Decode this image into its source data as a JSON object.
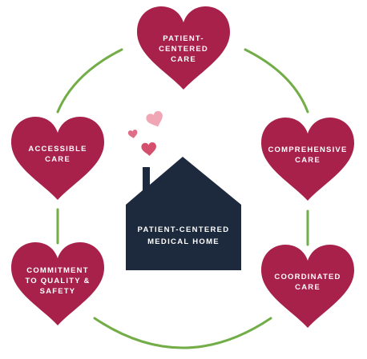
{
  "colors": {
    "heart": "#a8214a",
    "connector": "#72ad47",
    "house": "#1d2a3e",
    "smoke_light": "#f0a6b5",
    "smoke_mid": "#df6f88",
    "smoke_dark": "#d34f6c",
    "label_text": "#ffffff"
  },
  "center": {
    "icon": "house-icon",
    "label_line1": "PATIENT-CENTERED",
    "label_line2": "MEDICAL HOME"
  },
  "hearts": [
    {
      "id": "patient-centered-care",
      "lines": [
        "PATIENT-",
        "CENTERED",
        "CARE"
      ]
    },
    {
      "id": "comprehensive-care",
      "lines": [
        "COMPREHENSIVE",
        "CARE"
      ]
    },
    {
      "id": "coordinated-care",
      "lines": [
        "COORDINATED",
        "CARE"
      ]
    },
    {
      "id": "commitment-to-quality-safety",
      "lines": [
        "COMMITMENT",
        "TO QUALITY &",
        "SAFETY"
      ]
    },
    {
      "id": "accessible-care",
      "lines": [
        "ACCESSIBLE",
        "CARE"
      ]
    }
  ]
}
